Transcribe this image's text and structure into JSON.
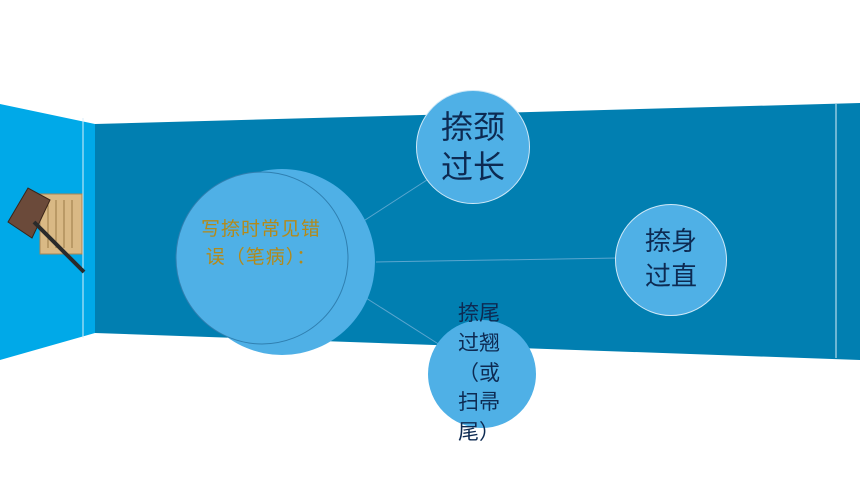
{
  "center": {
    "text": "写捺时常见错误（笔病）："
  },
  "nodes": [
    {
      "text": "捺颈过长"
    },
    {
      "text": "捺身过直"
    },
    {
      "text": "捺尾过翘（或扫帚尾）"
    }
  ],
  "colors": {
    "band_light": "#00a9e8",
    "band_dark": "#017fb1",
    "circle_fill": "#4fb0e6",
    "node_text": "#0d2a52",
    "center_text": "#b38a1a"
  },
  "icons": [
    "book-and-brush-icon"
  ]
}
